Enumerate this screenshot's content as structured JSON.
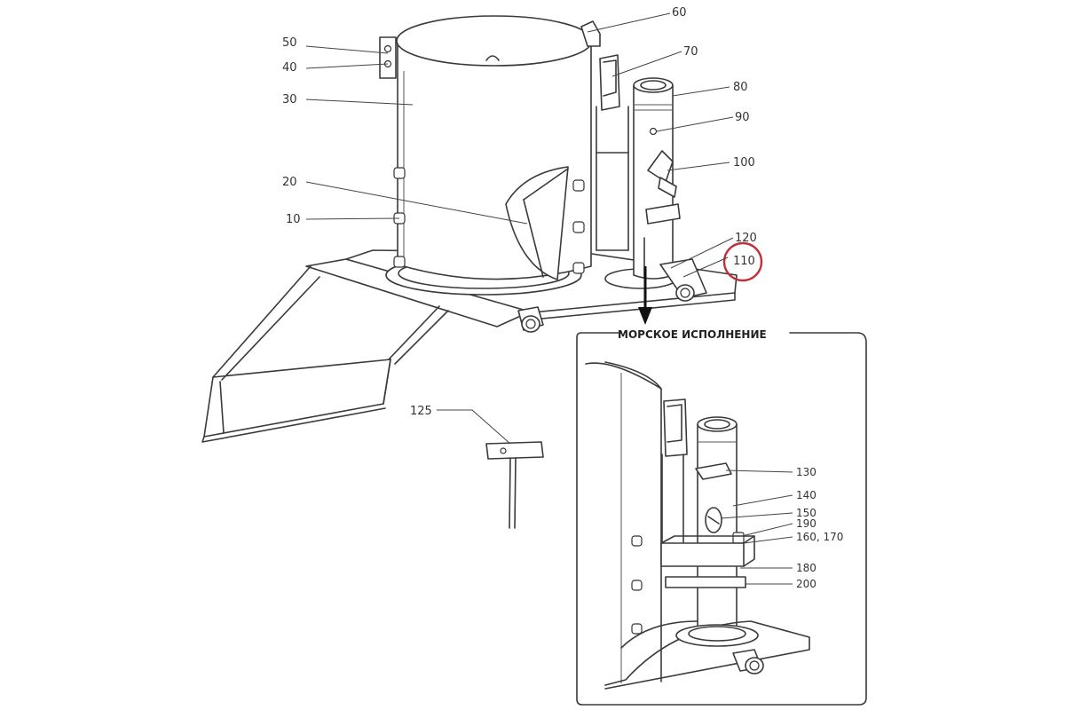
{
  "inset": {
    "title": "МОРСКОЕ ИСПОЛНЕНИЕ"
  },
  "labels": {
    "l10": "10",
    "l20": "20",
    "l30": "30",
    "l40": "40",
    "l50": "50",
    "l60": "60",
    "l70": "70",
    "l80": "80",
    "l90": "90",
    "l100": "100",
    "l110": "110",
    "l120": "120",
    "l125": "125",
    "l130": "130",
    "l140": "140",
    "l150": "150",
    "l190": "190",
    "l160_170": "160, 170",
    "l180": "180",
    "l200": "200"
  },
  "colors": {
    "line": "#3a3a3a",
    "highlight_circle": "#c0303a"
  }
}
